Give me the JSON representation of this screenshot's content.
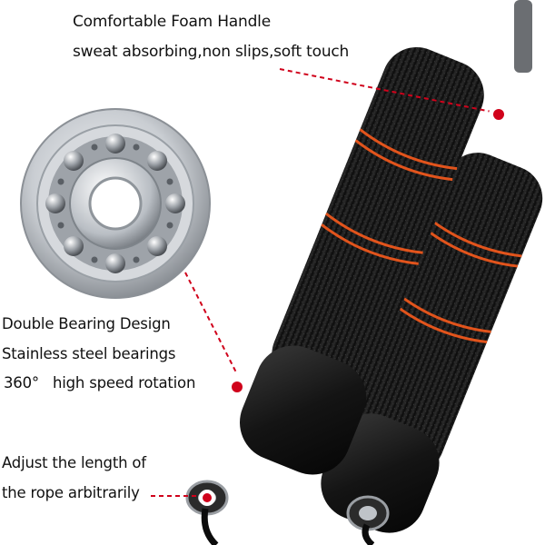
{
  "foam_handle": {
    "title": "Comfortable Foam Handle",
    "subtitle": "sweat absorbing,non slips,soft touch"
  },
  "bearing": {
    "line1": "Double Bearing Design",
    "line2": "Stainless steel bearings",
    "line3_degree": "360°",
    "line3_text": "high speed rotation"
  },
  "rope_adjust": {
    "line1": "Adjust the length of",
    "line2": "the rope arbitrarily"
  },
  "colors": {
    "callout_red": "#d0021b",
    "foam_black": "#1c1c1c",
    "stripe_orange": "#e2541c",
    "steel": "#c9cdd2"
  }
}
